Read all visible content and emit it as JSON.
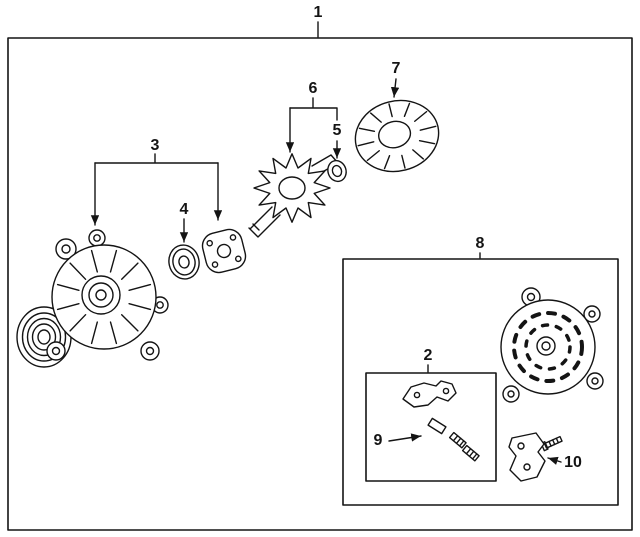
{
  "colors": {
    "background": "#ffffff",
    "line": "#141414"
  },
  "callouts": [
    {
      "label": "1"
    },
    {
      "label": "2"
    },
    {
      "label": "3"
    },
    {
      "label": "4"
    },
    {
      "label": "5"
    },
    {
      "label": "6"
    },
    {
      "label": "7"
    },
    {
      "label": "8"
    },
    {
      "label": "9"
    },
    {
      "label": "10"
    }
  ]
}
